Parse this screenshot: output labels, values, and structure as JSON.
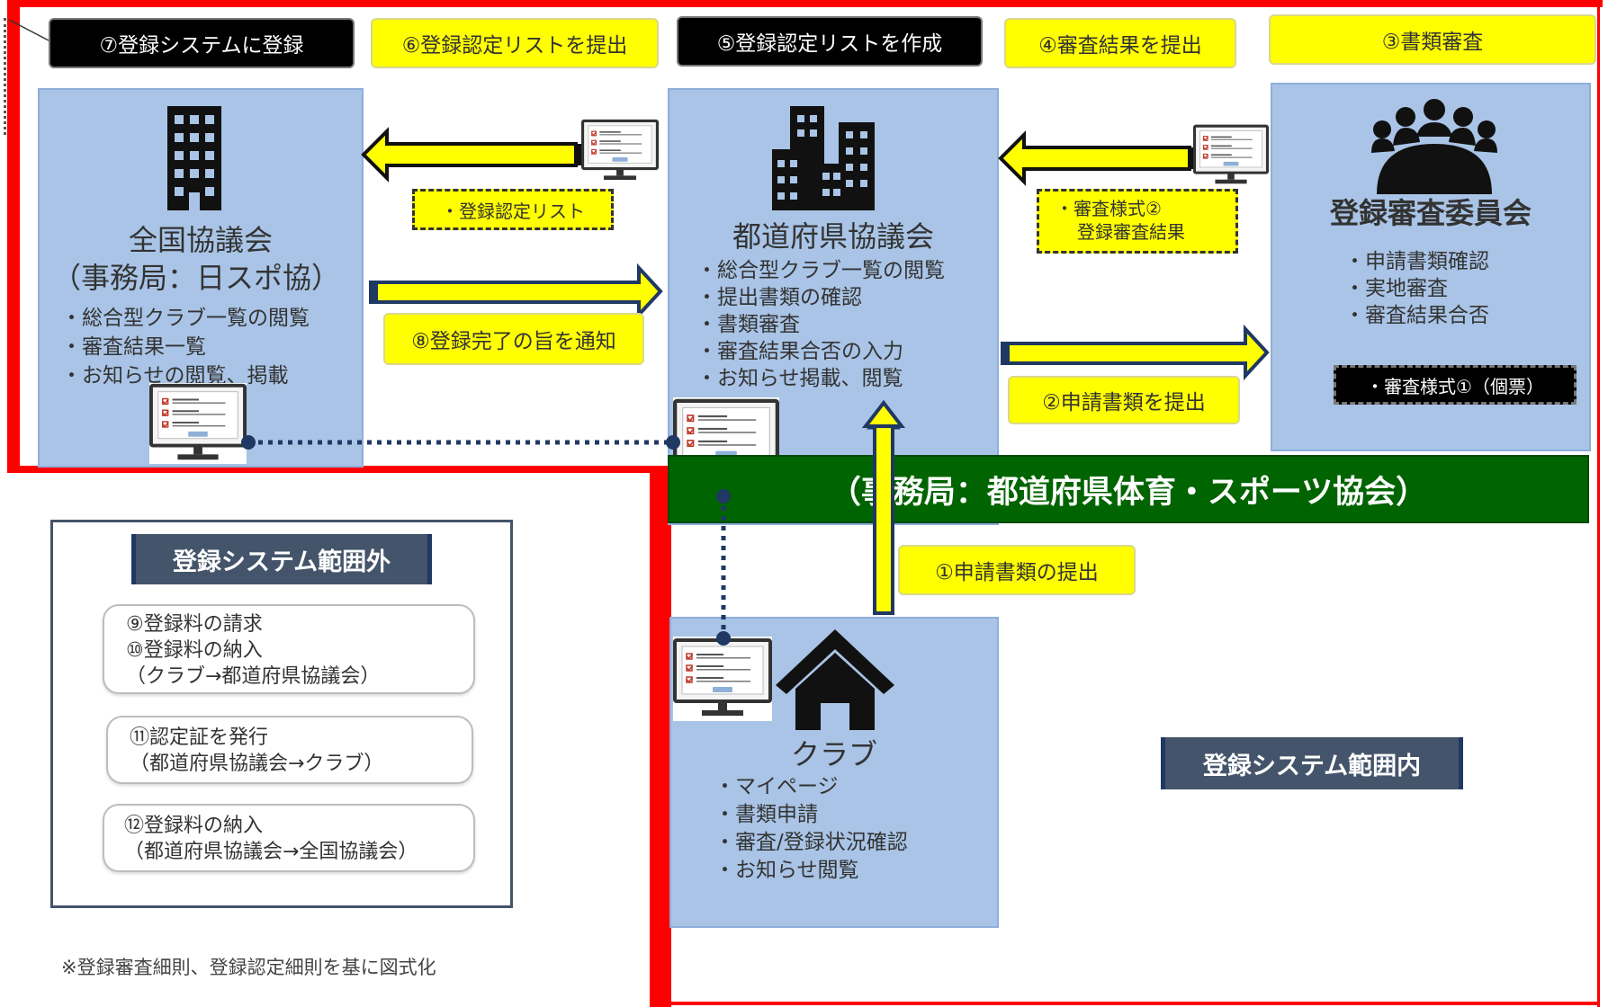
{
  "steps": {
    "s1": "①申請書類の提出",
    "s2": "②申請書類を提出",
    "s3": "③書類審査",
    "s4": "④審査結果を提出",
    "s5": "⑤登録認定リストを作成",
    "s6": "⑥登録認定リストを提出",
    "s7": "⑦登録システムに登録",
    "s8": "⑧登録完了の旨を通知"
  },
  "national": {
    "title1": "全国協議会",
    "title2": "（事務局：日スポ協）",
    "items": [
      "・総合型クラブ一覧の閲覧",
      "・審査結果一覧",
      "・お知らせの閲覧、掲載"
    ]
  },
  "prefecture": {
    "title": "都道府県協議会",
    "items": [
      "・総合型クラブ一覧の閲覧",
      "・提出書類の確認",
      "・書類審査",
      "・審査結果合否の入力",
      "・お知らせ掲載、閲覧"
    ]
  },
  "committee": {
    "title": "登録審査委員会",
    "items": [
      "・申請書類確認",
      "・実地審査",
      "・審査結果合否"
    ],
    "form_label": "・審査様式①（個票）"
  },
  "club": {
    "title": "クラブ",
    "items": [
      "・マイページ",
      "・書類申請",
      "・審査/登録状況確認",
      "・お知らせ閲覧"
    ]
  },
  "notes": {
    "list": "・登録認定リスト",
    "result1": "・審査様式②",
    "result2": "登録審査結果"
  },
  "banner": "（事務局：都道府県体育・スポーツ協会）",
  "outside": {
    "title": "登録システム範囲外",
    "item1": [
      "⑨登録料の請求",
      "⑩登録料の納入",
      "（クラブ→都道府県協議会）"
    ],
    "item2": [
      "⑪認定証を発行",
      "（都道府県協議会→クラブ）"
    ],
    "item3": [
      "⑫登録料の納入",
      "（都道府県協議会→全国協議会）"
    ]
  },
  "inside_label": "登録システム範囲内",
  "footnote": "※登録審査細則、登録認定細則を基に図式化",
  "icons": {
    "national": "office-building-icon",
    "prefecture": "city-buildings-icon",
    "committee": "meeting-people-icon",
    "club": "house-icon",
    "monitor": "computer-monitor-checklist-icon"
  },
  "colors": {
    "red_boundary": "#ff0000",
    "step_yellow": "#ffff00",
    "panel_blue": "#a9c4e6",
    "banner_green": "#006400",
    "navy": "#44546a"
  }
}
